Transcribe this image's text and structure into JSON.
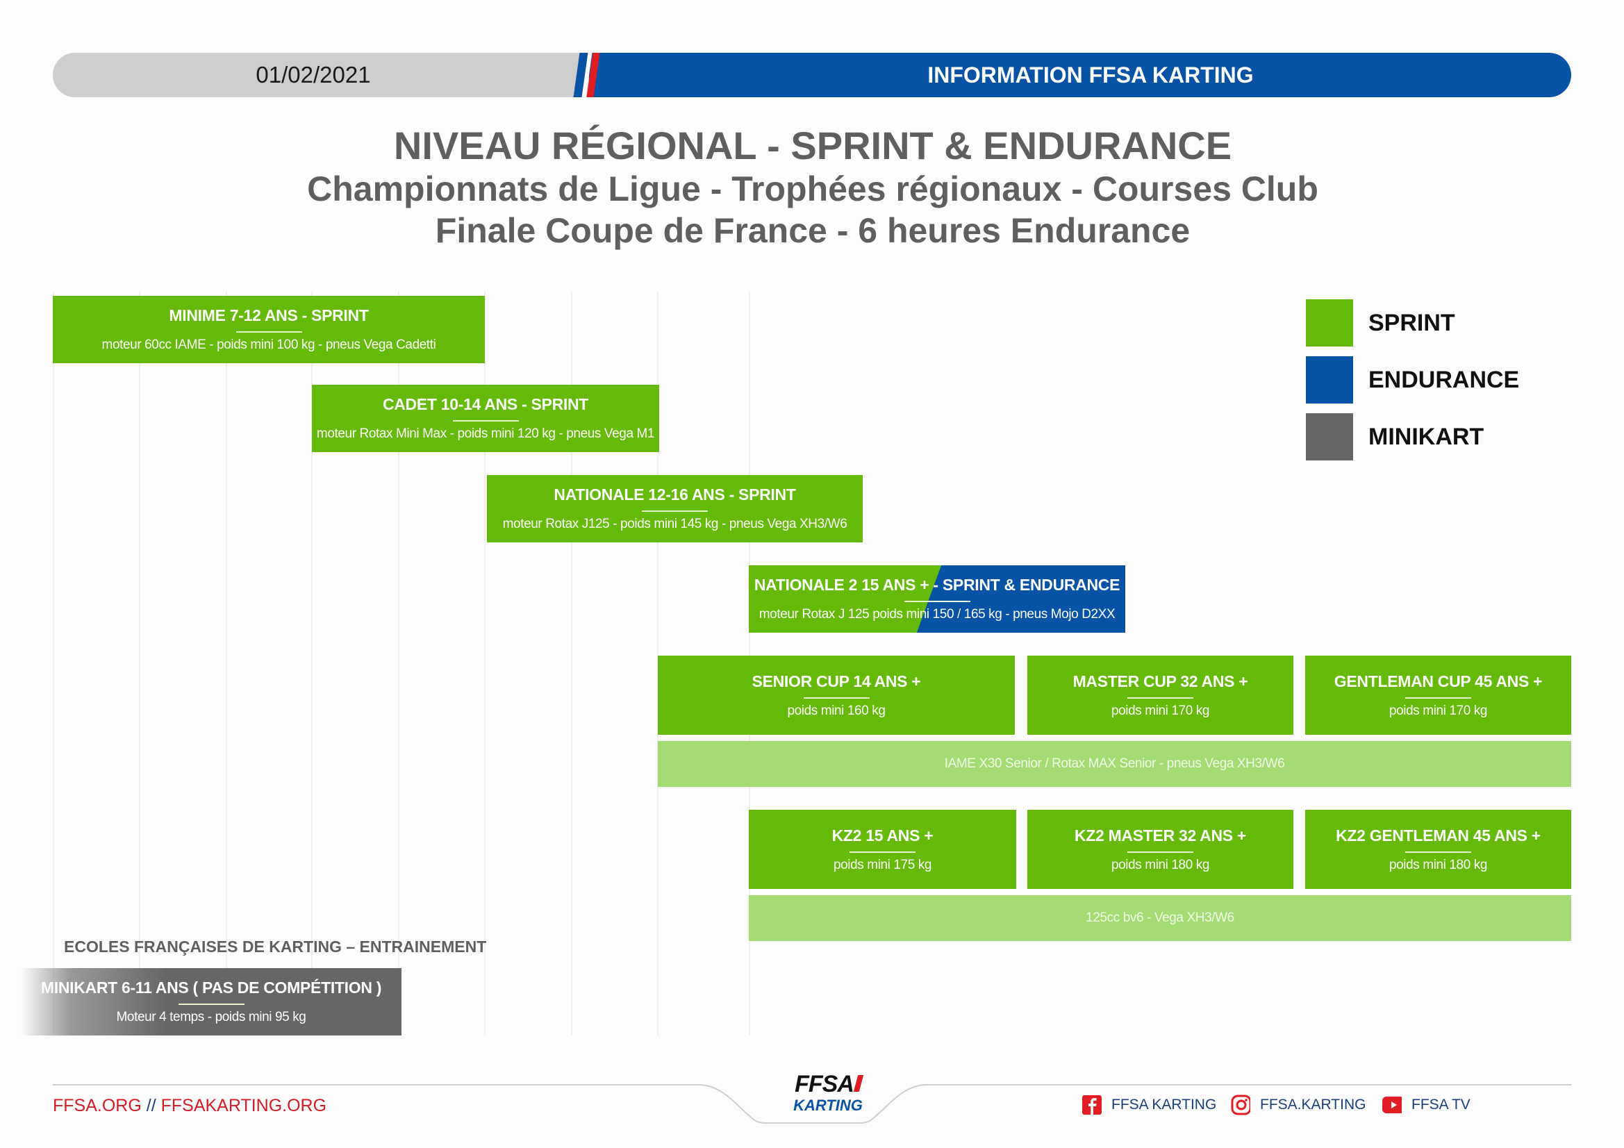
{
  "header": {
    "date": "01/02/2021",
    "banner": "INFORMATION FFSA KARTING"
  },
  "titles": {
    "line1": "NIVEAU RÉGIONAL - SPRINT & ENDURANCE",
    "line2": "Championnats de Ligue - Trophées régionaux - Courses Club",
    "line3": "Finale Coupe de France - 6 heures Endurance"
  },
  "legend": [
    {
      "label": "SPRINT",
      "color": "#64ba06"
    },
    {
      "label": "ENDURANCE",
      "color": "#0653a5"
    },
    {
      "label": "MINIKART",
      "color": "#666667"
    }
  ],
  "categories": {
    "minime": {
      "title": "MINIME 7-12 ANS - SPRINT",
      "sub": "moteur 60cc IAME - poids mini 100 kg - pneus Vega Cadetti"
    },
    "cadet": {
      "title": "CADET 10-14 ANS - SPRINT",
      "sub": "moteur Rotax Mini Max - poids mini 120 kg - pneus Vega M1"
    },
    "nationale": {
      "title": "NATIONALE 12-16 ANS - SPRINT",
      "sub": "moteur Rotax J125 - poids mini 145 kg - pneus Vega XH3/W6"
    },
    "nationale2": {
      "title": "NATIONALE 2 15 ANS + - SPRINT & ENDURANCE",
      "sub": "moteur Rotax J 125  poids mini 150 / 165 kg - pneus Mojo D2XX"
    },
    "senior_cup": {
      "title": "SENIOR CUP 14 ANS +",
      "sub": "poids mini 160 kg"
    },
    "master_cup": {
      "title": "MASTER CUP 32 ANS +",
      "sub": "poids mini 170 kg"
    },
    "gentleman_cup": {
      "title": "GENTLEMAN CUP 45 ANS +",
      "sub": "poids mini 170 kg"
    },
    "cup_engine": {
      "sub": "IAME X30 Senior / Rotax MAX Senior - pneus Vega XH3/W6"
    },
    "kz2": {
      "title": "KZ2 15 ANS +",
      "sub": "poids mini 175 kg"
    },
    "kz2_master": {
      "title": "KZ2 MASTER 32 ANS +",
      "sub": "poids mini 180 kg"
    },
    "kz2_gentleman": {
      "title": "KZ2 GENTLEMAN 45 ANS +",
      "sub": "poids mini 180 kg"
    },
    "kz2_engine": {
      "sub": "125cc bv6 - Vega XH3/W6"
    },
    "ecoles_label": "ECOLES FRANÇAISES DE KARTING – ENTRAINEMENT",
    "minikart": {
      "title": "MINIKART 6-11 ANS ( PAS DE COMPÉTITION )",
      "sub": "Moteur 4 temps - poids mini 95 kg"
    }
  },
  "footer": {
    "url1": "FFSA.ORG",
    "sep": "//",
    "url2": "FFSAKARTING.ORG",
    "logo_top": "FFSA",
    "logo_bottom": "KARTING",
    "social": [
      {
        "icon": "facebook-icon",
        "label": "FFSA KARTING"
      },
      {
        "icon": "instagram-icon",
        "label": "FFSA.KARTING"
      },
      {
        "icon": "youtube-icon",
        "label": "FFSA TV"
      }
    ]
  }
}
